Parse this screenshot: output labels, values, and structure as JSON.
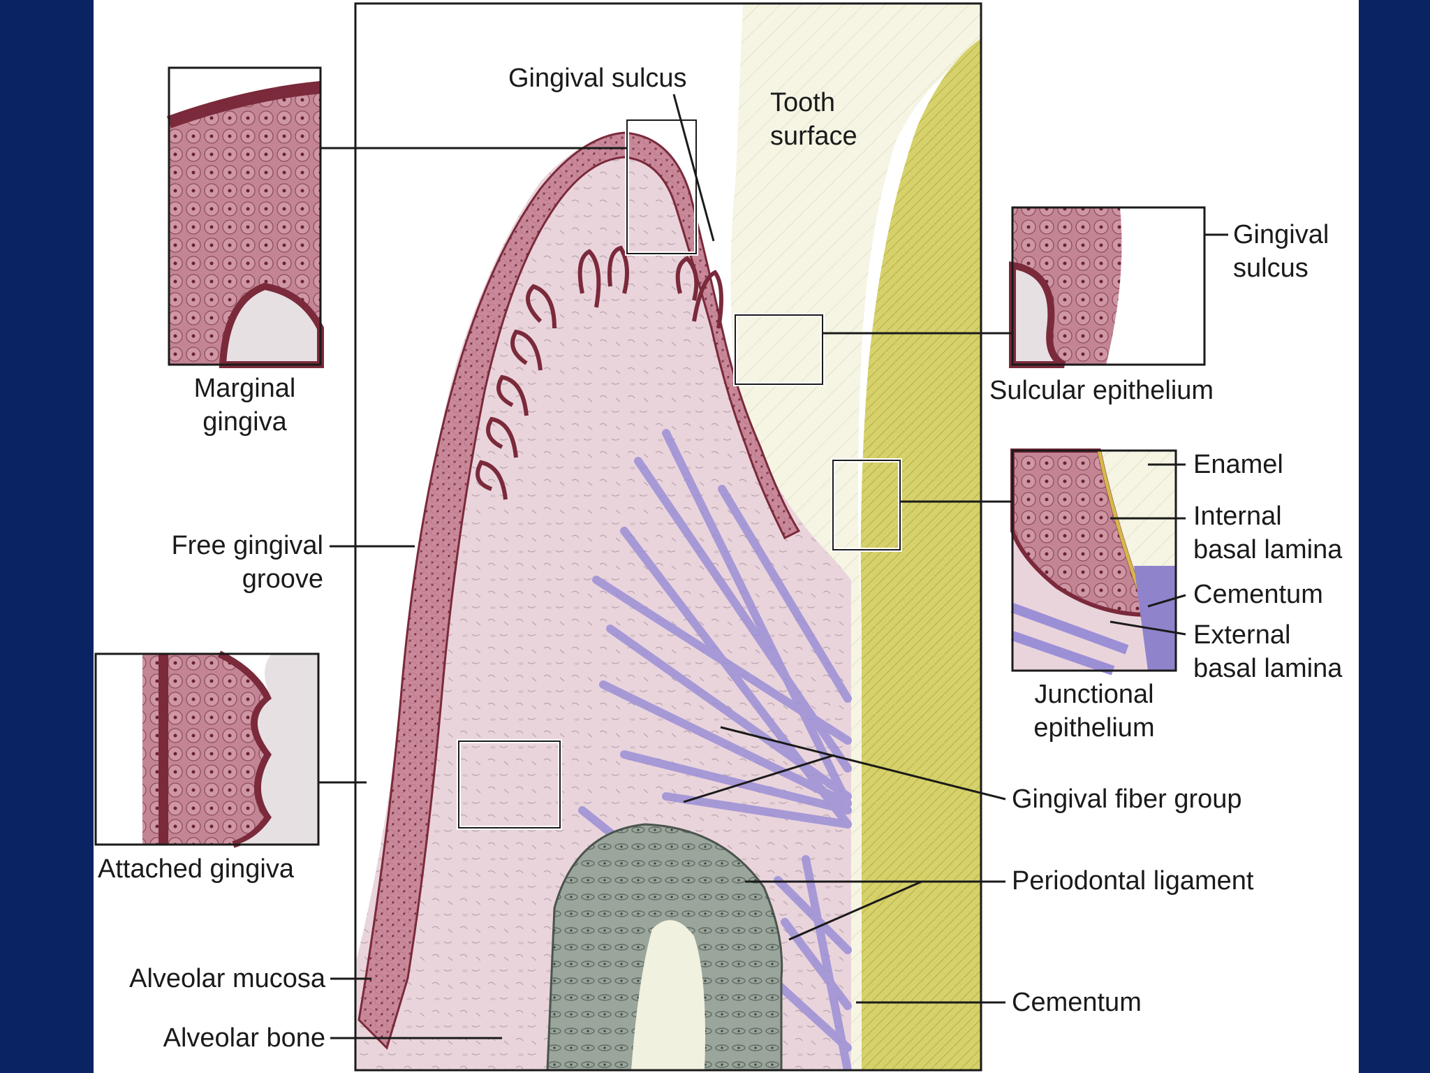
{
  "colors": {
    "background": "#0a2463",
    "gingiva": "#c9899a",
    "gingiva_dark": "#7a2a3a",
    "connective": "#ead4dc",
    "fibers": "#9b8fd6",
    "bone": "#9aa59c",
    "enamel": "#f6f5e4",
    "cementum": "#d6d16a",
    "lines": "#1a1a1a"
  },
  "labels": {
    "gingival_sulcus_top": "Gingival sulcus",
    "tooth_surface": "Tooth\nsurface",
    "marginal_gingiva": "Marginal\ngingiva",
    "gingival_sulcus_right": "Gingival\nsulcus",
    "sulcular_epithelium": "Sulcular epithelium",
    "enamel": "Enamel",
    "internal_basal_lamina": "Internal\nbasal lamina",
    "cementum_inset": "Cementum",
    "external_basal_lamina": "External\nbasal lamina",
    "junctional_epithelium": "Junctional\nepithelium",
    "free_gingival_groove": "Free gingival\ngroove",
    "attached_gingiva": "Attached gingiva",
    "gingival_fiber_group": "Gingival fiber group",
    "periodontal_ligament": "Periodontal ligament",
    "alveolar_mucosa": "Alveolar mucosa",
    "cementum": "Cementum",
    "alveolar_bone": "Alveolar bone"
  }
}
